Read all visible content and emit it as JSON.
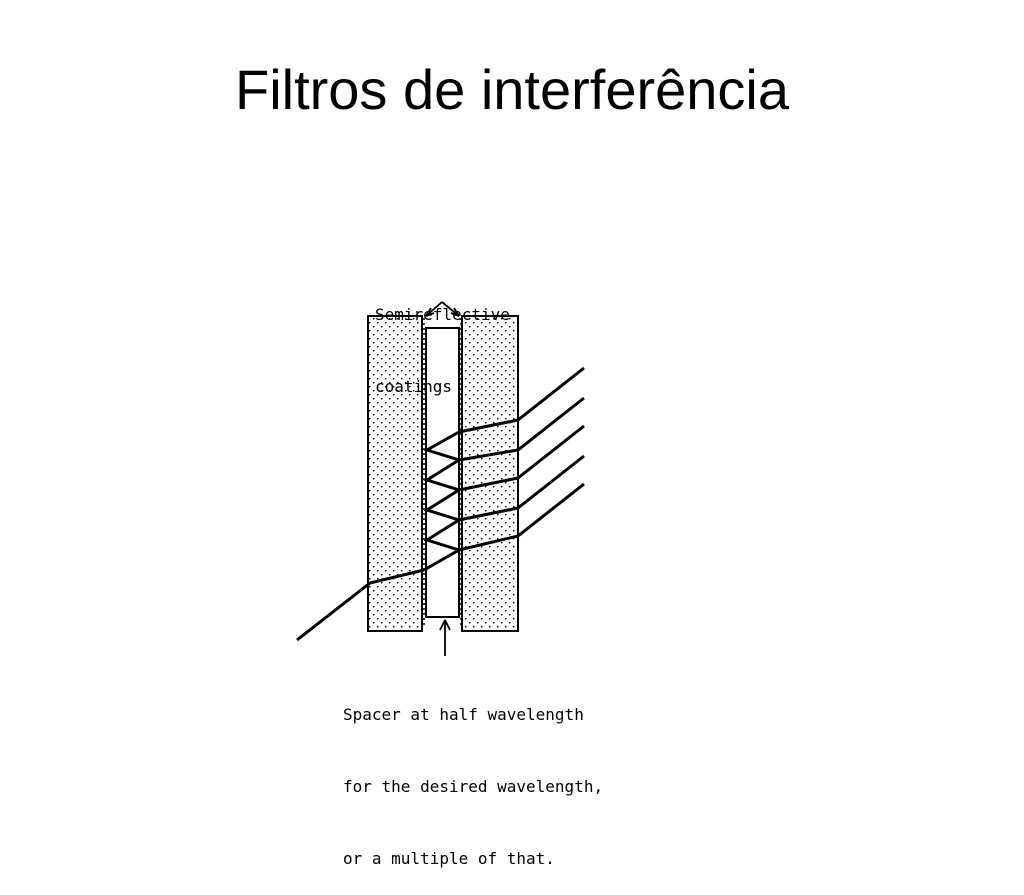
{
  "slide": {
    "title": "Filtros de interferência"
  },
  "diagram": {
    "coatings_label_line1": "Semireflective",
    "coatings_label_line2": "coatings",
    "spacer_label_line1": "Spacer at half wavelength",
    "spacer_label_line2": "for the desired wavelength,",
    "spacer_label_line3": "or a multiple of that.",
    "ink_color": "#000000",
    "background_color": "#ffffff"
  }
}
